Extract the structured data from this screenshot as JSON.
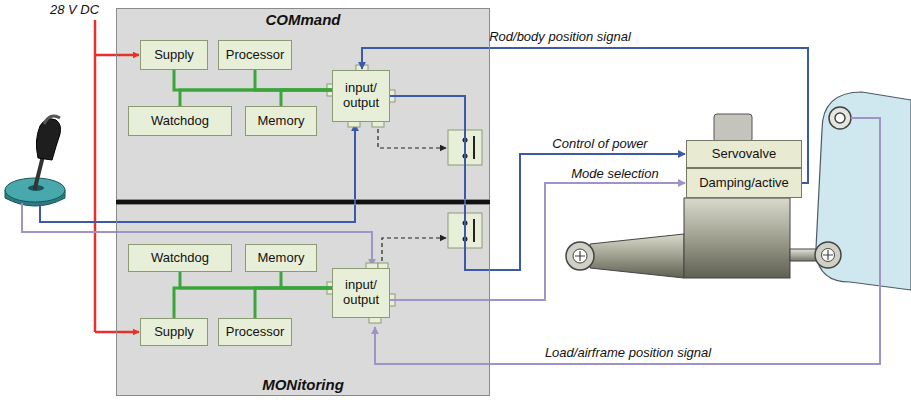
{
  "diagram": {
    "nodes": [
      {
        "text": [
          "COMmand"
        ]
      },
      {
        "text": [
          "Supply"
        ],
        "in": 0
      },
      {
        "text": [
          "Processor"
        ],
        "in": 0
      },
      {
        "text": [
          "Watchdog"
        ],
        "in": 0
      },
      {
        "text": [
          "Memory"
        ],
        "in": 0
      },
      {
        "text": [
          "input/ output"
        ],
        "in": 0
      },
      {
        "text": [
          "MONitoring"
        ]
      },
      {
        "text": [
          "Watchdog"
        ],
        "in": 6
      },
      {
        "text": [
          "Memory"
        ],
        "in": 6
      },
      {
        "text": [
          "Supply"
        ],
        "in": 6
      },
      {
        "text": [
          "Processor"
        ],
        "in": 6
      },
      {
        "text": [
          "input/ output"
        ],
        "in": 6
      },
      {
        "text": [
          "Servovalve"
        ]
      },
      {
        "text": [
          "Damping/active"
        ]
      }
    ],
    "edges": [
      {
        "from": 1,
        "to": 5,
        "arrow": "none"
      },
      {
        "from": 2,
        "to": 5,
        "arrow": "none"
      },
      {
        "from": 3,
        "to": 5,
        "arrow": "none"
      },
      {
        "from": 4,
        "to": 5,
        "arrow": "none"
      },
      {
        "from": 7,
        "to": 11,
        "arrow": "none"
      },
      {
        "from": 8,
        "to": 11,
        "arrow": "none"
      },
      {
        "from": 9,
        "to": 11,
        "arrow": "none"
      },
      {
        "from": 10,
        "to": 11,
        "arrow": "none"
      },
      {
        "from": 13,
        "to": 5,
        "arrow": "to",
        "label": "Rod/body position signal"
      },
      {
        "from": 5,
        "to": 12,
        "arrow": "to",
        "label": "Control of power"
      },
      {
        "from": 11,
        "to": 13,
        "arrow": "to",
        "label": "Mode selection"
      }
    ],
    "labels": [
      "28 V DC",
      "Load/airframe position signal"
    ]
  }
}
